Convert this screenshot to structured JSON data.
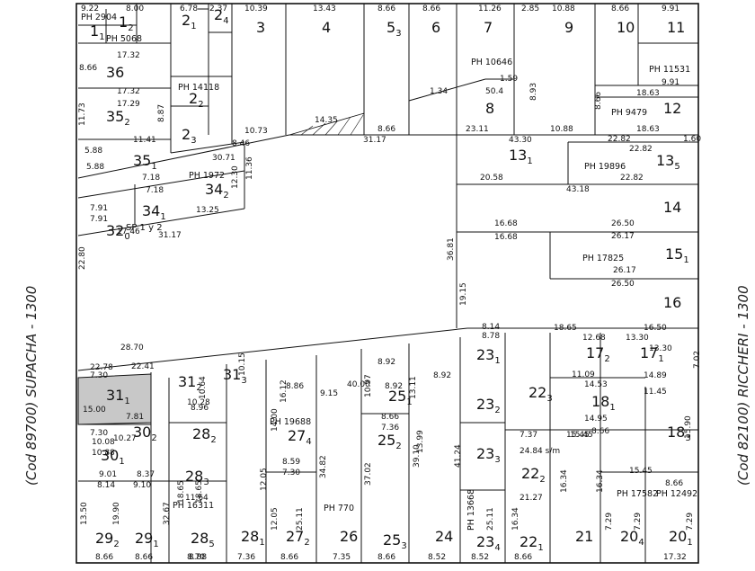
{
  "streets": {
    "left": "(Cod 89700) SUPACHA - 1300",
    "right": "(Cod 82100) RICCHERI - 1300"
  },
  "colors": {
    "line": "#111111",
    "highlight": "#c8c8c8",
    "background": "#ffffff"
  },
  "lots": [
    {
      "n": "1",
      "s": "1"
    },
    {
      "n": "1",
      "s": "2"
    },
    {
      "n": "2",
      "s": "1"
    },
    {
      "n": "2",
      "s": "4"
    },
    {
      "n": "3",
      "s": ""
    },
    {
      "n": "4",
      "s": ""
    },
    {
      "n": "5",
      "s": "3"
    },
    {
      "n": "6",
      "s": ""
    },
    {
      "n": "7",
      "s": ""
    },
    {
      "n": "9",
      "s": ""
    },
    {
      "n": "10",
      "s": ""
    },
    {
      "n": "11",
      "s": ""
    },
    {
      "n": "36",
      "s": ""
    },
    {
      "n": "2",
      "s": "2"
    },
    {
      "n": "35",
      "s": "2"
    },
    {
      "n": "2",
      "s": "3"
    },
    {
      "n": "8",
      "s": ""
    },
    {
      "n": "12",
      "s": ""
    },
    {
      "n": "35",
      "s": "1"
    },
    {
      "n": "13",
      "s": "1"
    },
    {
      "n": "13",
      "s": "5"
    },
    {
      "n": "34",
      "s": "2"
    },
    {
      "n": "34",
      "s": "1"
    },
    {
      "n": "14",
      "s": ""
    },
    {
      "n": "15",
      "s": "1"
    },
    {
      "n": "16",
      "s": ""
    },
    {
      "n": "32",
      "s": "0"
    },
    {
      "n": "31",
      "s": "1"
    },
    {
      "n": "31",
      "s": "2"
    },
    {
      "n": "31",
      "s": "3"
    },
    {
      "n": "23",
      "s": "1"
    },
    {
      "n": "23",
      "s": "2"
    },
    {
      "n": "22",
      "s": "3"
    },
    {
      "n": "17",
      "s": "2"
    },
    {
      "n": "17",
      "s": "1"
    },
    {
      "n": "18",
      "s": "1"
    },
    {
      "n": "18",
      "s": "3"
    },
    {
      "n": "25",
      "s": "1"
    },
    {
      "n": "25",
      "s": "2"
    },
    {
      "n": "27",
      "s": "4"
    },
    {
      "n": "30",
      "s": "1"
    },
    {
      "n": "30",
      "s": "2"
    },
    {
      "n": "28",
      "s": "2"
    },
    {
      "n": "28",
      "s": "3"
    },
    {
      "n": "23",
      "s": "3"
    },
    {
      "n": "22",
      "s": "2"
    },
    {
      "n": "29",
      "s": "2"
    },
    {
      "n": "29",
      "s": "1"
    },
    {
      "n": "28",
      "s": "5"
    },
    {
      "n": "28",
      "s": "1"
    },
    {
      "n": "27",
      "s": "2"
    },
    {
      "n": "26",
      "s": ""
    },
    {
      "n": "25",
      "s": "3"
    },
    {
      "n": "24",
      "s": ""
    },
    {
      "n": "23",
      "s": "4"
    },
    {
      "n": "22",
      "s": "1"
    },
    {
      "n": "21",
      "s": ""
    },
    {
      "n": "20",
      "s": "4"
    },
    {
      "n": "20",
      "s": "1"
    }
  ],
  "sp_label": "SP 1 y 2",
  "ph_labels": [
    "PH 2904",
    "PH 5068",
    "PH 14118",
    "PH 10646",
    "PH 11531",
    "PH 9479",
    "PH 1972",
    "PH 19896",
    "PH 17825",
    "PH 19688",
    "PH 16311",
    "PH 770",
    "PH 13668",
    "PH 17582",
    "PH 12492"
  ],
  "dimensions": [
    "9.22",
    "8.00",
    "6.78",
    "2.37",
    "10.39",
    "13.43",
    "8.66",
    "8.66",
    "11.26",
    "2.85",
    "10.88",
    "8.66",
    "9.91",
    "17.32",
    "8.66",
    "17.32",
    "17.29",
    "11.73",
    "8.87",
    "11.41",
    "5.88",
    "5.88",
    "10.73",
    "8.46",
    "14.35",
    "31.17",
    "8.66",
    "23.11",
    "10.88",
    "18.63",
    "18.63",
    "9.91",
    "8.66",
    "43.30",
    "22.82",
    "1.60",
    "22.82",
    "20.58",
    "43.18",
    "22.82",
    "30.71",
    "12.30",
    "11.36",
    "7.18",
    "7.18",
    "13.25",
    "17.46",
    "31.17",
    "7.91",
    "7.91",
    "16.68",
    "16.68",
    "26.50",
    "26.17",
    "26.17",
    "26.50",
    "36.81",
    "19.15",
    "22.80",
    "28.70",
    "22.78",
    "22.41",
    "10.15",
    "40.00",
    "8.92",
    "8.92",
    "9.15",
    "8.86",
    "8.92",
    "8.14",
    "8.78",
    "18.65",
    "16.50",
    "12.68",
    "13.30",
    "13.30",
    "14.89",
    "11.09",
    "14.53",
    "11.45",
    "14.95",
    "15.90",
    "8.66",
    "7.02",
    "10.97",
    "13.11",
    "8.66",
    "7.36",
    "13.99",
    "10.08",
    "10.88",
    "7.81",
    "8.96",
    "10.64",
    "16.12",
    "14.00",
    "8.59",
    "7.30",
    "34.82",
    "37.02",
    "39.10",
    "41.24",
    "9.01",
    "8.37",
    "8.14",
    "9.10",
    "8.70",
    "8.66",
    "8.66",
    "8.88",
    "7.36",
    "8.66",
    "7.35",
    "8.66",
    "8.52",
    "8.52",
    "8.66",
    "8.66",
    "17.32",
    "15.45",
    "15.45",
    "15.45",
    "13.50",
    "19.90",
    "32.67",
    "18.65",
    "18.65",
    "12.05",
    "12.05",
    "25.11",
    "25.11",
    "16.34",
    "16.34",
    "16.34",
    "7.29",
    "7.29",
    "7.29",
    "7.37",
    "24.84 s/m",
    "21.27",
    "11.64",
    "8.93",
    "50.4",
    "1.59",
    "1.34",
    "15.00",
    "7.30",
    "7.30",
    "10.27",
    "10.28"
  ]
}
